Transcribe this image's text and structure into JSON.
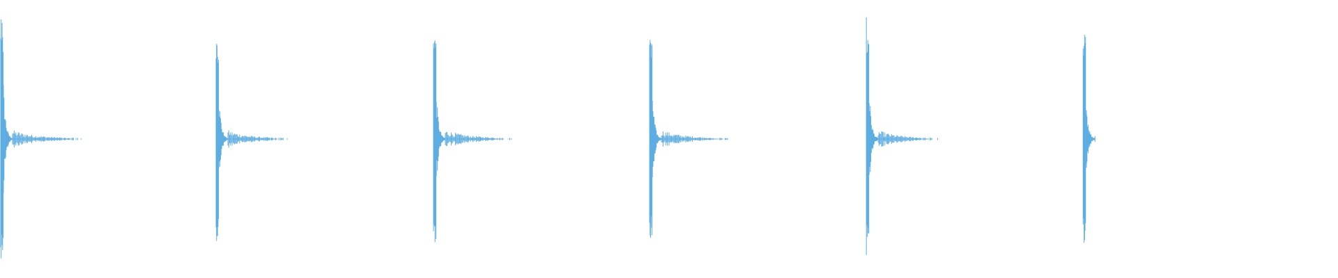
{
  "waveform": {
    "color": "#5dade2",
    "background": "#ffffff",
    "pulse_count": 6,
    "pulses": [
      {
        "onset_fraction": 0.0005,
        "peak_amplitude": 0.46,
        "tail_fraction": 0.062
      },
      {
        "onset_fraction": 0.1615,
        "peak_amplitude": 0.41,
        "tail_fraction": 0.054
      },
      {
        "onset_fraction": 0.324,
        "peak_amplitude": 0.42,
        "tail_fraction": 0.062
      },
      {
        "onset_fraction": 0.4855,
        "peak_amplitude": 0.41,
        "tail_fraction": 0.06
      },
      {
        "onset_fraction": 0.6475,
        "peak_amplitude": 0.45,
        "tail_fraction": 0.055
      },
      {
        "onset_fraction": 0.8095,
        "peak_amplitude": 0.4,
        "tail_fraction": 0.01
      }
    ]
  }
}
